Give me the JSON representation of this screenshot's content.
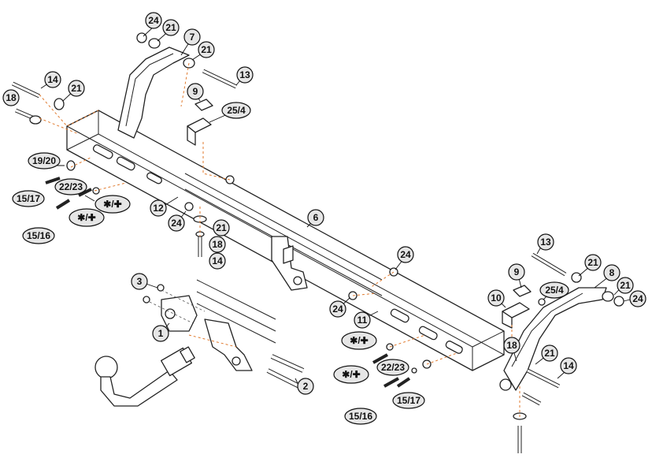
{
  "callouts": [
    {
      "id": "c24a",
      "text": "24"
    },
    {
      "id": "c21a",
      "text": "21"
    },
    {
      "id": "c7",
      "text": "7"
    },
    {
      "id": "c21b",
      "text": "21"
    },
    {
      "id": "c13a",
      "text": "13"
    },
    {
      "id": "c14a",
      "text": "14"
    },
    {
      "id": "c21c",
      "text": "21"
    },
    {
      "id": "c18a",
      "text": "18"
    },
    {
      "id": "c9a",
      "text": "9"
    },
    {
      "id": "c254a",
      "text": "25/4"
    },
    {
      "id": "c1920",
      "text": "19/20"
    },
    {
      "id": "c2223a",
      "text": "22/23"
    },
    {
      "id": "c1517a",
      "text": "15/17"
    },
    {
      "id": "cstar1",
      "text": "✱/✚"
    },
    {
      "id": "cstar2",
      "text": "✱/✚"
    },
    {
      "id": "c1516a",
      "text": "15/16"
    },
    {
      "id": "c12",
      "text": "12"
    },
    {
      "id": "c24b",
      "text": "24"
    },
    {
      "id": "c21d",
      "text": "21"
    },
    {
      "id": "c18b",
      "text": "18"
    },
    {
      "id": "c14b",
      "text": "14"
    },
    {
      "id": "c6",
      "text": "6"
    },
    {
      "id": "c24c",
      "text": "24"
    },
    {
      "id": "c3",
      "text": "3"
    },
    {
      "id": "c1",
      "text": "1"
    },
    {
      "id": "c2",
      "text": "2"
    },
    {
      "id": "c24d",
      "text": "24"
    },
    {
      "id": "c11",
      "text": "11"
    },
    {
      "id": "c13b",
      "text": "13"
    },
    {
      "id": "c9b",
      "text": "9"
    },
    {
      "id": "c21e",
      "text": "21"
    },
    {
      "id": "c8",
      "text": "8"
    },
    {
      "id": "c254b",
      "text": "25/4"
    },
    {
      "id": "c21f",
      "text": "21"
    },
    {
      "id": "c24e",
      "text": "24"
    },
    {
      "id": "c10",
      "text": "10"
    },
    {
      "id": "cstar3",
      "text": "✱/✚"
    },
    {
      "id": "c18c",
      "text": "18"
    },
    {
      "id": "c21g",
      "text": "21"
    },
    {
      "id": "cstar4",
      "text": "✱/✚"
    },
    {
      "id": "c2223b",
      "text": "22/23"
    },
    {
      "id": "c14c",
      "text": "14"
    },
    {
      "id": "c1517b",
      "text": "15/17"
    },
    {
      "id": "c1516b",
      "text": "15/16"
    }
  ],
  "colors": {
    "leader_orange": "#e07a2e",
    "callout_fill": "#e6e6e6",
    "line": "#222222"
  }
}
